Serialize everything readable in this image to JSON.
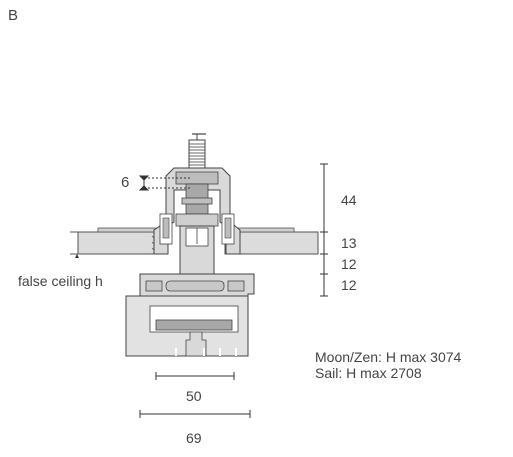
{
  "panel_letter": "B",
  "dimensions": {
    "gap": "6",
    "height_top": "44",
    "height_mid": "13",
    "height_low1": "12",
    "height_low2": "12",
    "width_inner": "50",
    "width_outer": "69"
  },
  "labels": {
    "false_ceiling": "false ceiling h"
  },
  "caption": {
    "line1": "Moon/Zen: H max 3074",
    "line2": "Sail: H max 2708"
  },
  "colors": {
    "profile_fill": "#d9d9d9",
    "profile_dark": "#a8a8a8",
    "profile_stroke": "#444444",
    "dim_line": "#333333",
    "ceiling_fill": "#dcdcdc"
  }
}
